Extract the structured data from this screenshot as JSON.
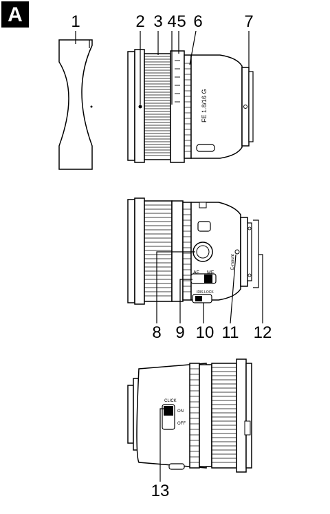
{
  "section": {
    "letter": "A"
  },
  "callouts": [
    {
      "label": "1"
    },
    {
      "label": "2"
    },
    {
      "label": "3"
    },
    {
      "label": "4"
    },
    {
      "label": "5"
    },
    {
      "label": "6"
    },
    {
      "label": "7"
    },
    {
      "label": "8"
    },
    {
      "label": "9"
    },
    {
      "label": "10"
    },
    {
      "label": "11"
    },
    {
      "label": "12"
    },
    {
      "label": "13"
    }
  ],
  "lens_markings": {
    "model": "FE 1.8/16 G",
    "af_label": "AF",
    "mf_label": "MF",
    "iris_lock": "IRIS LOCK",
    "mount": "E-mount",
    "click": "CLICK",
    "on": "ON",
    "off": "OFF"
  }
}
